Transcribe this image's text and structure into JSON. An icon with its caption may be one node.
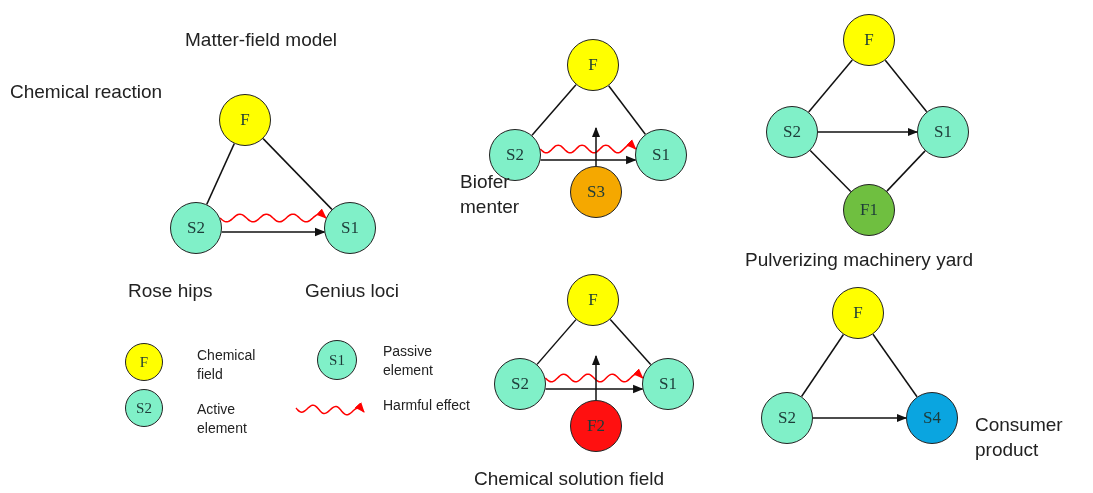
{
  "diagram": {
    "title": "Matter-field model",
    "nodes": [
      {
        "text": [
          "F"
        ]
      },
      {
        "text": [
          "S2"
        ]
      },
      {
        "text": [
          "S1"
        ]
      },
      {
        "text": [
          "F"
        ]
      },
      {
        "text": [
          "S2"
        ]
      },
      {
        "text": [
          "S1"
        ]
      },
      {
        "text": [
          "S3"
        ]
      },
      {
        "text": [
          "F"
        ]
      },
      {
        "text": [
          "S2"
        ]
      },
      {
        "text": [
          "S1"
        ]
      },
      {
        "text": [
          "F1"
        ]
      },
      {
        "text": [
          "F"
        ]
      },
      {
        "text": [
          "S2"
        ]
      },
      {
        "text": [
          "S1"
        ]
      },
      {
        "text": [
          "F2"
        ]
      },
      {
        "text": [
          "F"
        ]
      },
      {
        "text": [
          "S2"
        ]
      },
      {
        "text": [
          "S4"
        ]
      },
      {
        "text": [
          "F"
        ],
        "beside": [
          "Chemical field"
        ]
      },
      {
        "text": [
          "S1"
        ],
        "beside": [
          "Passive element"
        ]
      },
      {
        "text": [
          "S2"
        ],
        "beside": [
          "Active element"
        ]
      }
    ],
    "edges": [
      {
        "from": 0,
        "to": 1,
        "arrow": "none"
      },
      {
        "from": 0,
        "to": 2,
        "arrow": "none"
      },
      {
        "from": 1,
        "to": 2,
        "arrow": "to",
        "color": "#ff0000"
      },
      {
        "from": 1,
        "to": 2,
        "arrow": "to"
      },
      {
        "from": 3,
        "to": 4,
        "arrow": "none"
      },
      {
        "from": 3,
        "to": 5,
        "arrow": "none"
      },
      {
        "from": 4,
        "to": 5,
        "arrow": "to",
        "color": "#ff0000"
      },
      {
        "from": 4,
        "to": 5,
        "arrow": "to"
      },
      {
        "from": 6,
        "to": null,
        "arrow": "to"
      },
      {
        "from": 7,
        "to": 8,
        "arrow": "none"
      },
      {
        "from": 7,
        "to": 9,
        "arrow": "none"
      },
      {
        "from": 8,
        "to": 9,
        "arrow": "to"
      },
      {
        "from": 8,
        "to": 10,
        "arrow": "none"
      },
      {
        "from": 10,
        "to": 9,
        "arrow": "none"
      },
      {
        "from": 11,
        "to": 12,
        "arrow": "none"
      },
      {
        "from": 11,
        "to": 13,
        "arrow": "none"
      },
      {
        "from": 12,
        "to": 13,
        "arrow": "to",
        "color": "#ff0000"
      },
      {
        "from": 12,
        "to": 13,
        "arrow": "to"
      },
      {
        "from": 14,
        "to": null,
        "arrow": "to"
      },
      {
        "from": 15,
        "to": 16,
        "arrow": "none"
      },
      {
        "from": 15,
        "to": 17,
        "arrow": "none"
      },
      {
        "from": 16,
        "to": 17,
        "arrow": "to"
      }
    ],
    "labels": [
      "Chemical reaction",
      "Biofer menter",
      "Pulverizing machinery yard",
      "Rose hips",
      "Genius loci",
      "Chemical solution field",
      "Consumer product"
    ],
    "legend": [
      {
        "text": "Harmful effect"
      }
    ]
  }
}
